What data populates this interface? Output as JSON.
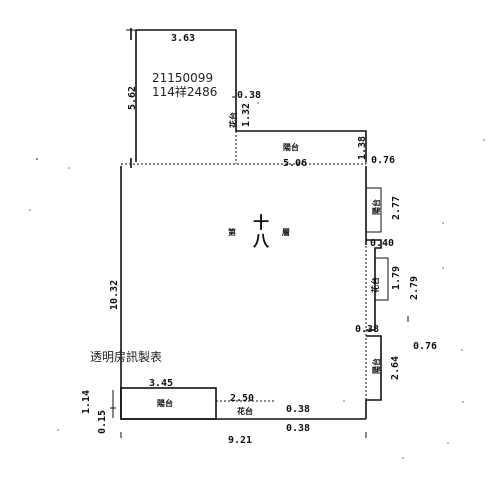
{
  "stamp": {
    "line1": "21150099",
    "line2": "114祥2486"
  },
  "watermark": "透明房訊製表",
  "rooms": {
    "main_floor_a": "十",
    "main_floor_b": "八",
    "main_left": "第",
    "main_right": "層",
    "balcony_top": "陽台",
    "balcony_bottom": "陽台",
    "flower_bed_top": "花台",
    "flower_bed_right": "花台",
    "flower_bed_bottom": "花台",
    "right_room_1": "陽台",
    "right_room_2": "陽台"
  },
  "dimensions": {
    "top_width": "3.63",
    "left_upper_height": "5.62",
    "notch_038_top": "0.38",
    "notch_132": "1.32",
    "inner_width": "5.06",
    "right_138": "1.38",
    "right_076_top": "0.76",
    "right_277": "2.77",
    "right_040": "0.40",
    "right_179": "1.79",
    "right_279": "2.79",
    "right_038_mid": "0.38",
    "right_076_bot": "0.76",
    "right_264": "2.64",
    "left_height": "10.32",
    "bottom_345": "3.45",
    "bottom_250": "2.50",
    "bottom_038_a": "0.38",
    "bottom_038_b": "0.38",
    "left_114": "1.14",
    "left_015": "0.15",
    "total_width": "9.21"
  }
}
